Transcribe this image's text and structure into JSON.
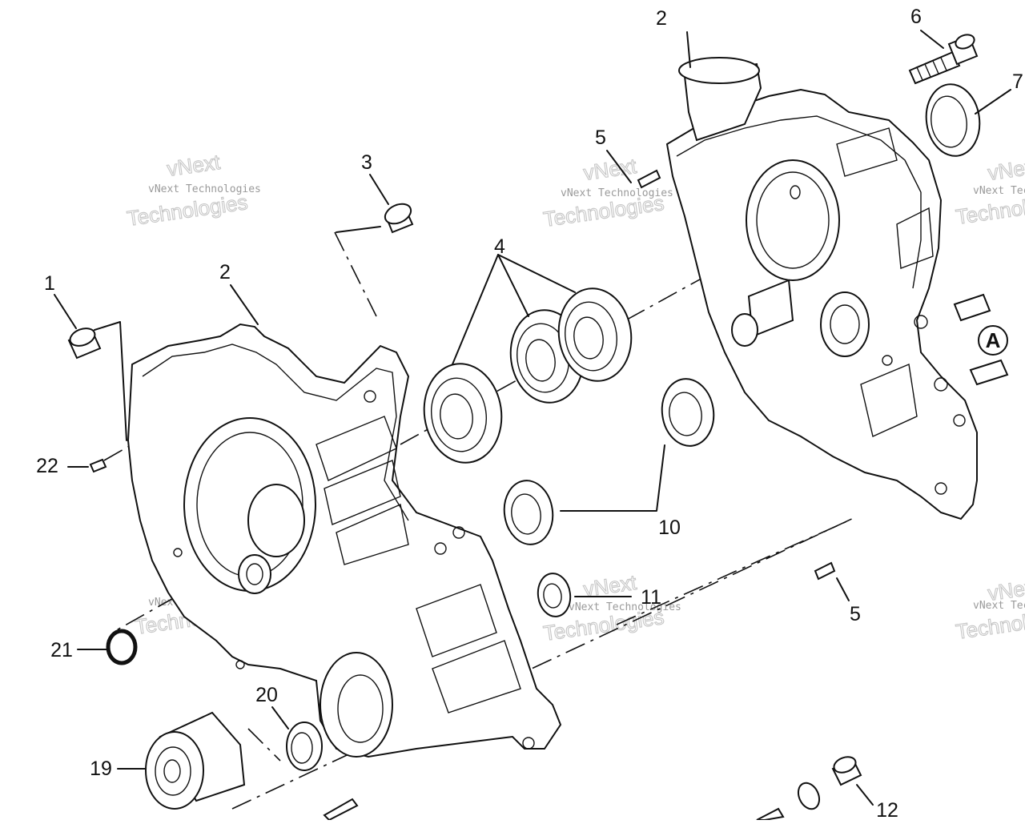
{
  "callouts": {
    "c1": "1",
    "c2_left": "2",
    "c2_top": "2",
    "c3": "3",
    "c4": "4",
    "c5_top": "5",
    "c5_bottom": "5",
    "c6": "6",
    "c7": "7",
    "c10": "10",
    "c11": "11",
    "c12": "12",
    "c19": "19",
    "c20": "20",
    "c21": "21",
    "c22": "22",
    "detail_a": "A"
  },
  "watermark": {
    "company_line": "vNext Technologies",
    "brand_top": "vNext",
    "brand_bottom": "Technologies"
  }
}
